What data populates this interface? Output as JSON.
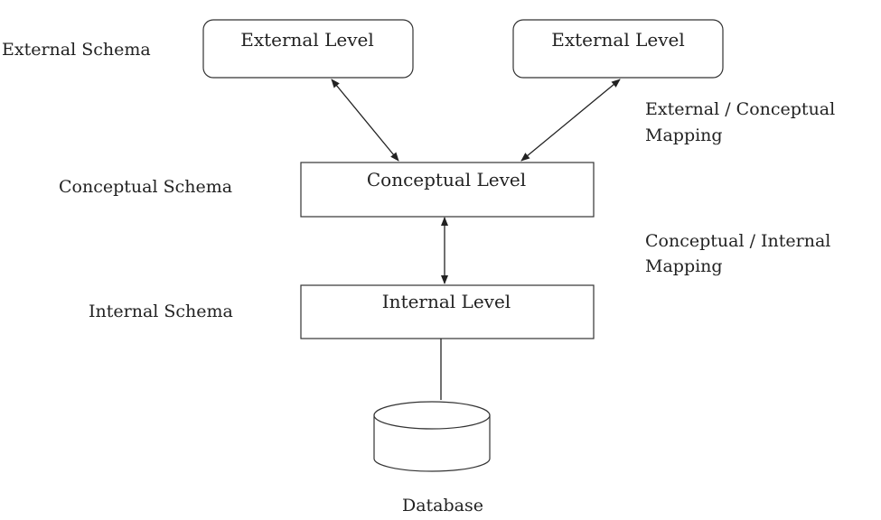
{
  "external_level_left": "External Level",
  "external_level_right": "External Level",
  "conceptual_level": "Conceptual Level",
  "internal_level": "Internal Level",
  "database": "Database",
  "schemas": {
    "external": "External Schema",
    "conceptual": "Conceptual Schema",
    "internal": "Internal Schema"
  },
  "mappings": {
    "external_conceptual_line1": "External / Conceptual",
    "external_conceptual_line2": "Mapping",
    "conceptual_internal_line1": "Conceptual / Internal",
    "conceptual_internal_line2": "Mapping"
  }
}
